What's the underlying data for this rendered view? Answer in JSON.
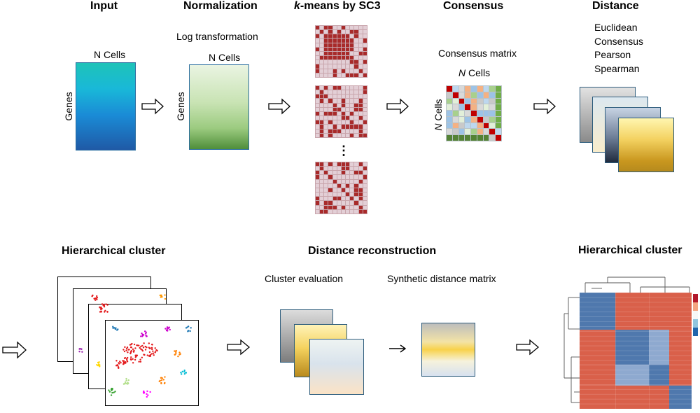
{
  "steps": {
    "input": "Input",
    "normalization": "Normalization",
    "kmeans_prefix": "k",
    "kmeans_rest": "-means by SC3",
    "consensus": "Consensus",
    "distance": "Distance",
    "hier1": "Hierarchical cluster",
    "reconstruction": "Distance reconstruction",
    "hier2": "Hierarchical cluster"
  },
  "labels": {
    "n_cells_input": "N Cells",
    "genes_input": "Genes",
    "log_transformation": "Log transformation",
    "n_cells_norm": "N Cells",
    "genes_norm": "Genes",
    "consensus_matrix": "Consensus matrix",
    "n_italic": "N",
    "cells_suffix": " Cells",
    "cells_vertical": "Cells",
    "ellipsis": "⋮",
    "cluster_evaluation": "Cluster evaluation",
    "synthetic_distance": "Synthetic distance matrix"
  },
  "distance_metrics": [
    "Euclidean",
    "Consensus",
    "Pearson",
    "Spearman"
  ],
  "icons": [
    "hollow-arrow-icon",
    "thin-arrow-icon",
    "ellipsis-icon"
  ],
  "colors": {
    "matrix_on": "#a82a2a",
    "matrix_off": "#e3cfd6",
    "box_border": "#2e5d7d",
    "heat_red": "#d9604a",
    "heat_blue": "#4f78ad"
  }
}
